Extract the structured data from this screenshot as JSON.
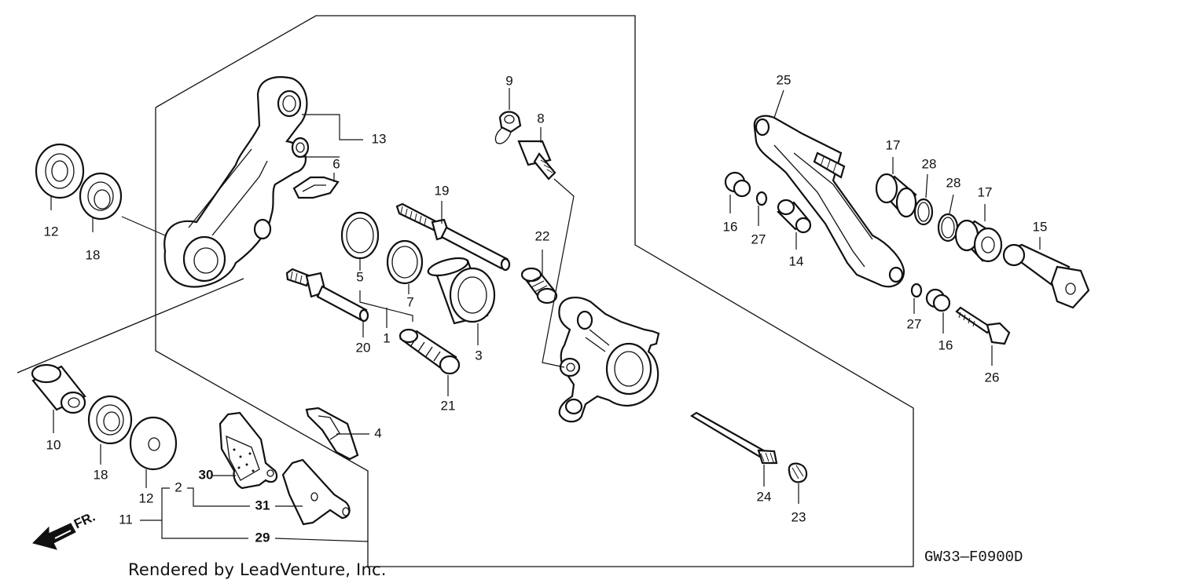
{
  "diagram": {
    "credit_text": "Rendered by LeadVenture, Inc.",
    "drawing_code": "GW33—F0900D",
    "direction_label": "FR.",
    "callouts": {
      "c1": "1",
      "c2": "2",
      "c3": "3",
      "c4": "4",
      "c5": "5",
      "c6": "6",
      "c7": "7",
      "c8": "8",
      "c9": "9",
      "c10": "10",
      "c11": "11",
      "c12a": "12",
      "c12b": "12",
      "c13": "13",
      "c14": "14",
      "c15": "15",
      "c16a": "16",
      "c16b": "16",
      "c17a": "17",
      "c17b": "17",
      "c18a": "18",
      "c18b": "18",
      "c19": "19",
      "c20": "20",
      "c21": "21",
      "c22": "22",
      "c23": "23",
      "c24": "24",
      "c25": "25",
      "c26": "26",
      "c27a": "27",
      "c27b": "27",
      "c28a": "28",
      "c28b": "28",
      "c29": "29",
      "c30": "30",
      "c31": "31"
    }
  }
}
